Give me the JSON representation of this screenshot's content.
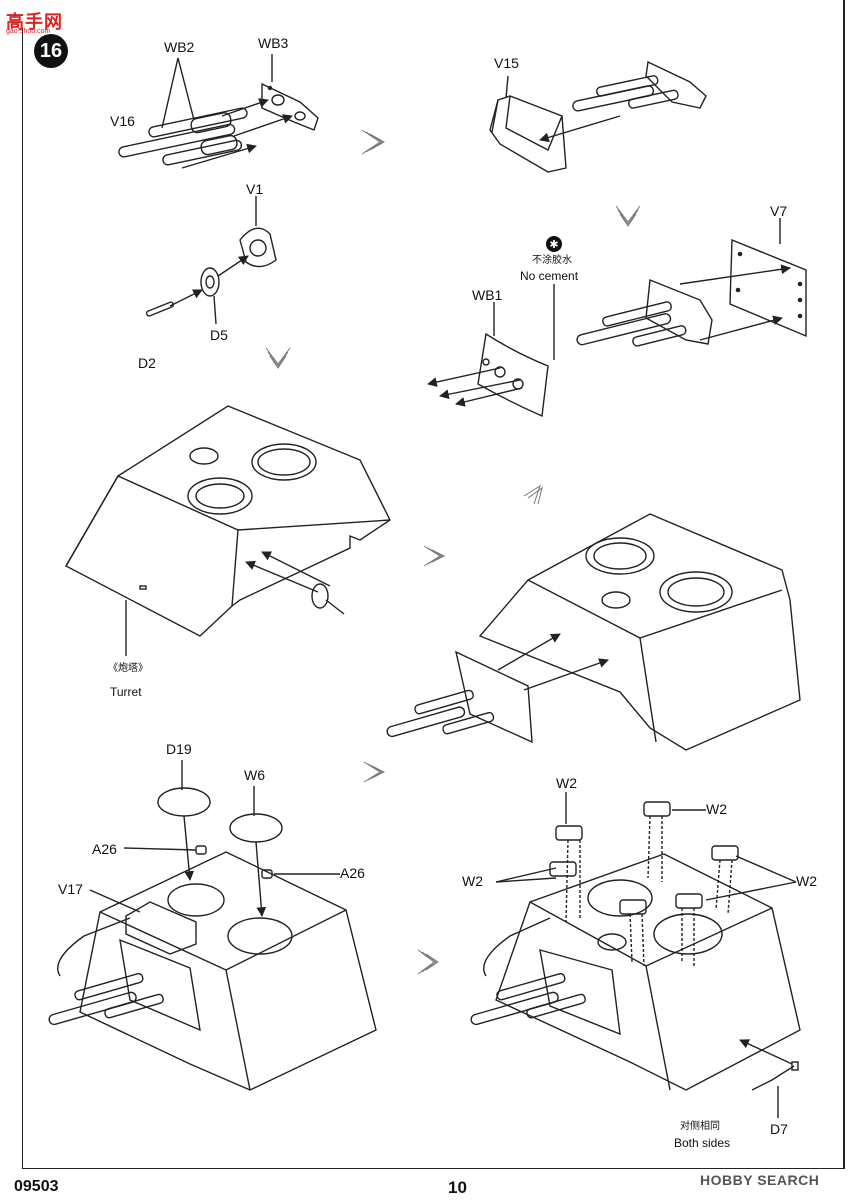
{
  "logo": {
    "name": "高手网",
    "url": "gao-shou.com"
  },
  "step": "16",
  "parts": {
    "wb2": "WB2",
    "wb3": "WB3",
    "v16": "V16",
    "v15": "V15",
    "v1": "V1",
    "d5": "D5",
    "d2": "D2",
    "v7": "V7",
    "wb1": "WB1",
    "d19": "D19",
    "w6": "W6",
    "a26_left": "A26",
    "a26_right": "A26",
    "v17": "V17",
    "w2_top": "W2",
    "w2_topright": "W2",
    "w2_left": "W2",
    "w2_right": "W2",
    "d7": "D7"
  },
  "notes": {
    "no_cement_cn": "不涂胶水",
    "no_cement_en": "No cement",
    "turret_cn": "《炮塔》",
    "turret_en": "Turret",
    "both_sides_cn": "对侧相同",
    "both_sides_en": "Both sides"
  },
  "footer": {
    "kit_code": "09503",
    "page_number": "10"
  },
  "watermark": "HOBBY SEARCH",
  "colors": {
    "line": "#222222",
    "logo": "#dd2222",
    "paper": "#ffffff"
  }
}
